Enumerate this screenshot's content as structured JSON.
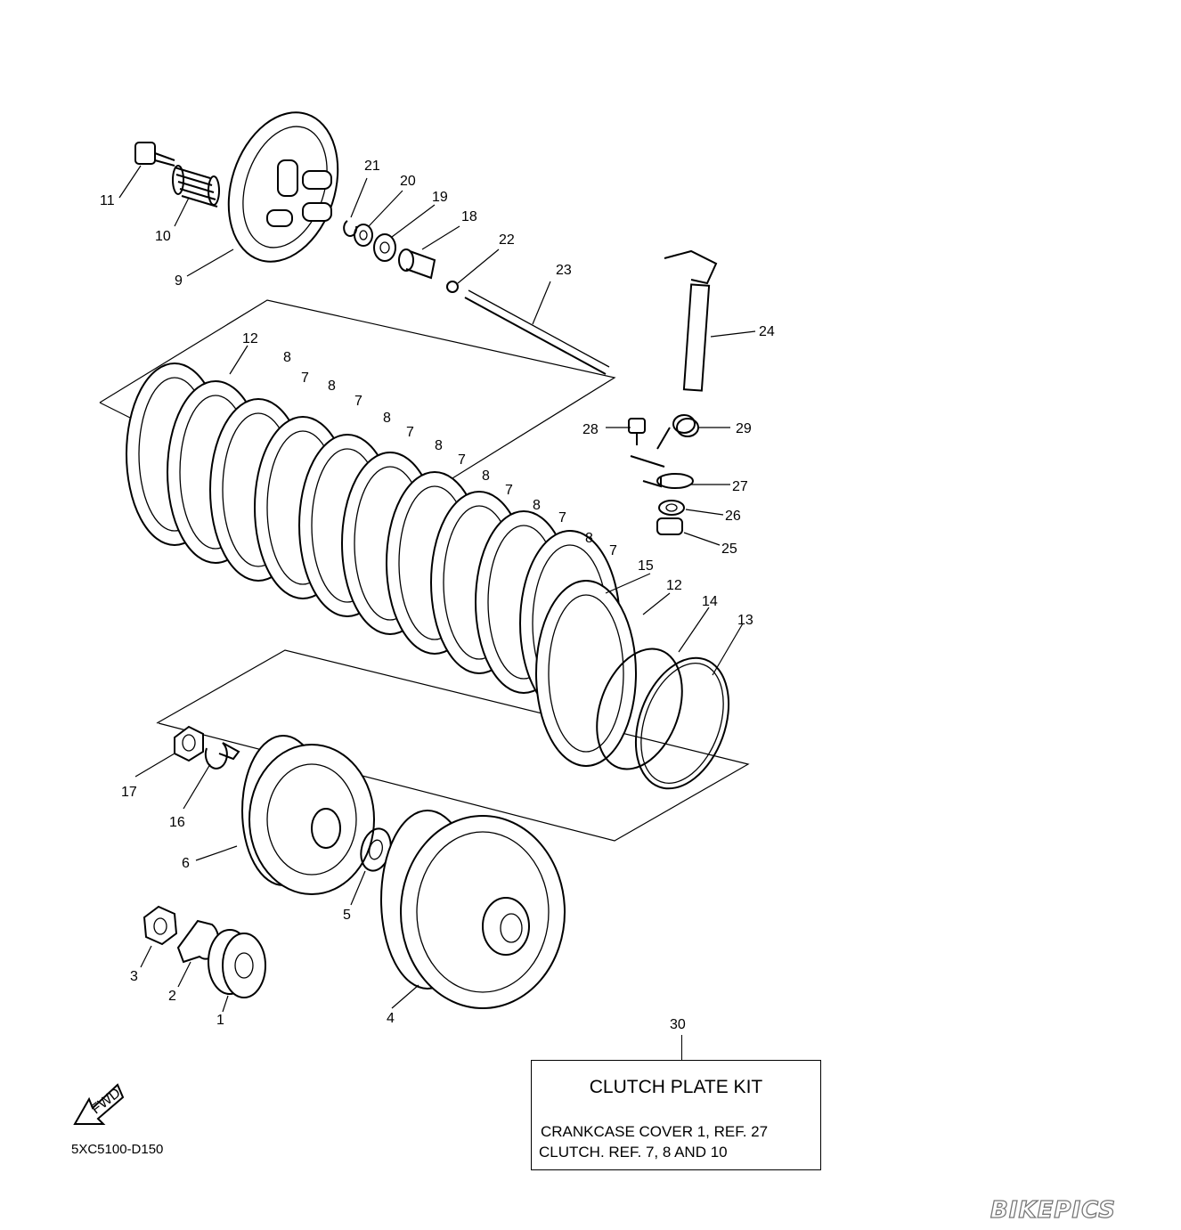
{
  "diagram_code": "5XC5100-D150",
  "fwd_label": "FWD",
  "watermark": "BIKEPICS",
  "kit": {
    "ref": "30",
    "title": "CLUTCH PLATE KIT",
    "line1": "CRANKCASE COVER 1, REF. 27",
    "line2": "CLUTCH. REF. 7, 8 AND 10"
  },
  "callouts": [
    "1",
    "2",
    "3",
    "4",
    "5",
    "6",
    "7",
    "7",
    "7",
    "7",
    "7",
    "7",
    "7",
    "8",
    "8",
    "8",
    "8",
    "8",
    "8",
    "8",
    "9",
    "10",
    "11",
    "12",
    "12",
    "13",
    "14",
    "15",
    "16",
    "17",
    "18",
    "19",
    "20",
    "21",
    "22",
    "23",
    "24",
    "25",
    "26",
    "27",
    "28",
    "29"
  ]
}
